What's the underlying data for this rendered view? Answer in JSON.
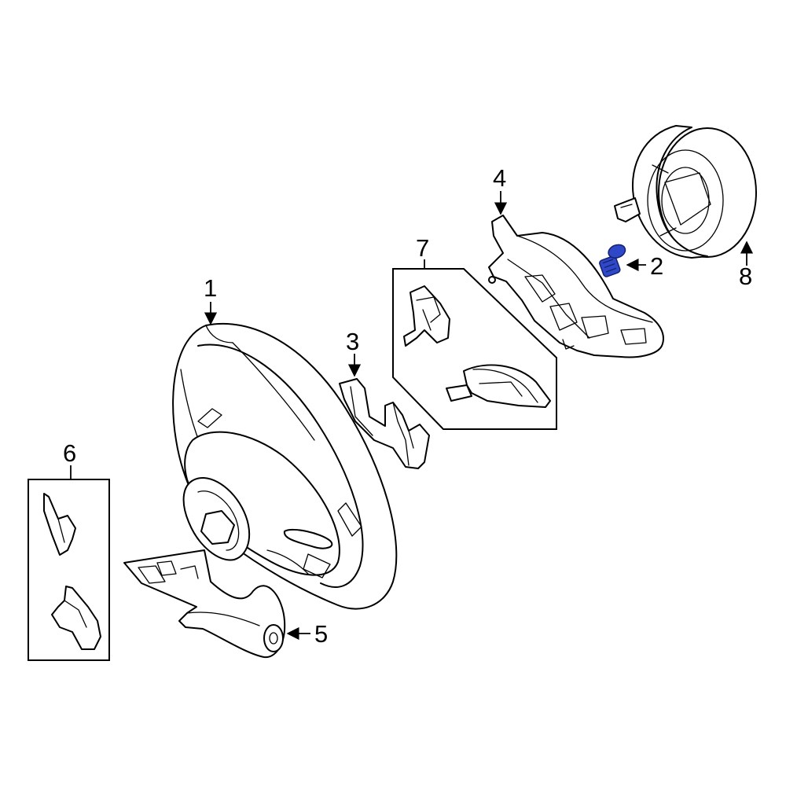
{
  "callouts": {
    "c1": "1",
    "c2": "2",
    "c3": "3",
    "c4": "4",
    "c5": "5",
    "c6": "6",
    "c7": "7",
    "c8": "8"
  },
  "colors": {
    "line": "#000000",
    "highlight_fill": "#2f48c8",
    "highlight_stroke": "#14206e"
  },
  "highlighted_part": "2"
}
